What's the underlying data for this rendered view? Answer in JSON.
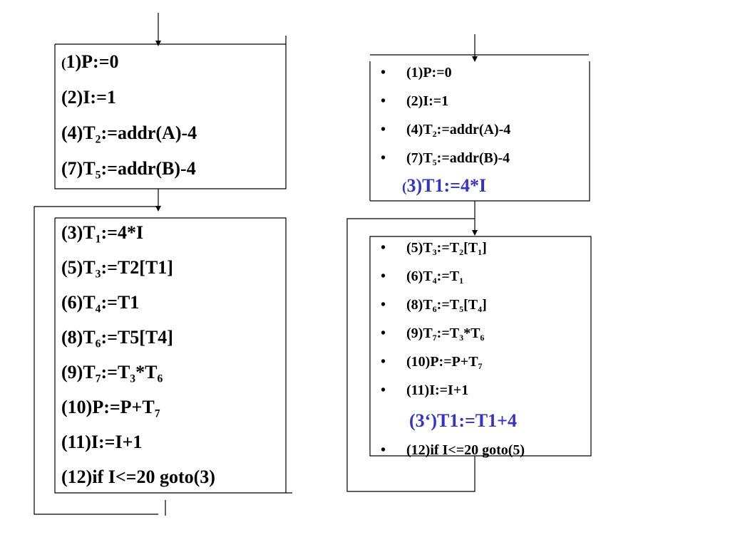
{
  "left_blocks": [
    {
      "name": "left-block-1",
      "lines": [
        {
          "parts": [
            [
              "(",
              ""
            ],
            [
              "1)P:=0",
              ""
            ]
          ],
          "small_first": true
        },
        {
          "parts": [
            [
              "(2)I:=1",
              ""
            ]
          ]
        },
        {
          "parts": [
            [
              "(4)T",
              ""
            ],
            [
              "2",
              "sub"
            ],
            [
              ":=addr(A)-4",
              ""
            ]
          ]
        },
        {
          "parts": [
            [
              "(7)T",
              ""
            ],
            [
              "5",
              "sub"
            ],
            [
              ":=addr(B)-4",
              ""
            ]
          ]
        }
      ]
    },
    {
      "name": "left-block-2",
      "lines": [
        {
          "parts": [
            [
              "(3)T",
              ""
            ],
            [
              "1",
              "sub"
            ],
            [
              ":=4*I",
              ""
            ]
          ]
        },
        {
          "parts": [
            [
              "(5)T",
              ""
            ],
            [
              "3",
              "sub"
            ],
            [
              ":=T2[T1]",
              ""
            ]
          ]
        },
        {
          "parts": [
            [
              "(6)T",
              ""
            ],
            [
              "4",
              "sub"
            ],
            [
              ":=T1",
              ""
            ]
          ]
        },
        {
          "parts": [
            [
              "(8)T",
              ""
            ],
            [
              "6",
              "sub"
            ],
            [
              ":=T5[T4]",
              ""
            ]
          ]
        },
        {
          "parts": [
            [
              "(9)T",
              ""
            ],
            [
              "7",
              "sub"
            ],
            [
              ":=T",
              ""
            ],
            [
              "3",
              "sub"
            ],
            [
              "*T",
              ""
            ],
            [
              "6",
              "sub"
            ]
          ]
        },
        {
          "parts": [
            [
              "(10)P:=P+T",
              ""
            ],
            [
              "7",
              "sub"
            ]
          ]
        },
        {
          "parts": [
            [
              "(11)I:=I+1",
              ""
            ]
          ]
        },
        {
          "parts": [
            [
              "(12)if I<=20 goto(3)",
              ""
            ]
          ]
        }
      ]
    }
  ],
  "right_blocks": [
    {
      "name": "right-block-1",
      "lines": [
        {
          "bullet": true,
          "parts": [
            [
              "(1)P:=0",
              ""
            ]
          ]
        },
        {
          "bullet": true,
          "parts": [
            [
              "(2)I:=1",
              ""
            ]
          ]
        },
        {
          "bullet": true,
          "parts": [
            [
              "(4)T",
              ""
            ],
            [
              "2",
              "sub"
            ],
            [
              ":=addr(A)-4",
              ""
            ]
          ]
        },
        {
          "bullet": true,
          "parts": [
            [
              "(7)T",
              ""
            ],
            [
              "5",
              "sub"
            ],
            [
              ":=addr(B)-4",
              ""
            ]
          ]
        },
        {
          "bullet": false,
          "blue": true,
          "parts": [
            [
              "(",
              ""
            ],
            [
              "3)T1:=4*I",
              ""
            ]
          ],
          "small_first": true
        }
      ]
    },
    {
      "name": "right-block-2",
      "lines": [
        {
          "bullet": true,
          "parts": [
            [
              "(5)T",
              ""
            ],
            [
              "3",
              "sub"
            ],
            [
              ":=T",
              ""
            ],
            [
              "2",
              "sub"
            ],
            [
              "[T",
              ""
            ],
            [
              "1",
              "sub"
            ],
            [
              "]",
              ""
            ]
          ]
        },
        {
          "bullet": true,
          "parts": [
            [
              "(6)T",
              ""
            ],
            [
              "4",
              "sub"
            ],
            [
              ":=T",
              ""
            ],
            [
              "1",
              "sub"
            ]
          ]
        },
        {
          "bullet": true,
          "parts": [
            [
              "(8)T",
              ""
            ],
            [
              "6",
              "sub"
            ],
            [
              ":=T",
              ""
            ],
            [
              "5",
              "sub"
            ],
            [
              "[T",
              ""
            ],
            [
              "4",
              "sub"
            ],
            [
              "]",
              ""
            ]
          ]
        },
        {
          "bullet": true,
          "parts": [
            [
              "(9)T",
              ""
            ],
            [
              "7",
              "sub"
            ],
            [
              ":=T",
              ""
            ],
            [
              "3",
              "sub"
            ],
            [
              "*T",
              ""
            ],
            [
              "6",
              "sub"
            ]
          ]
        },
        {
          "bullet": true,
          "parts": [
            [
              "(10)P:=P+T",
              ""
            ],
            [
              "7",
              "sub"
            ]
          ]
        },
        {
          "bullet": true,
          "parts": [
            [
              "(11)I:=I+1",
              ""
            ]
          ]
        },
        {
          "bullet": false,
          "blue": true,
          "parts": [
            [
              "(3‘)T1:=T1+4",
              ""
            ]
          ]
        },
        {
          "bullet": true,
          "parts": [
            [
              "(12)if I<=20  goto(5)",
              ""
            ]
          ]
        }
      ]
    }
  ],
  "colors": {
    "text": "#000000",
    "highlight": "#3333cc",
    "line": "#000000"
  }
}
